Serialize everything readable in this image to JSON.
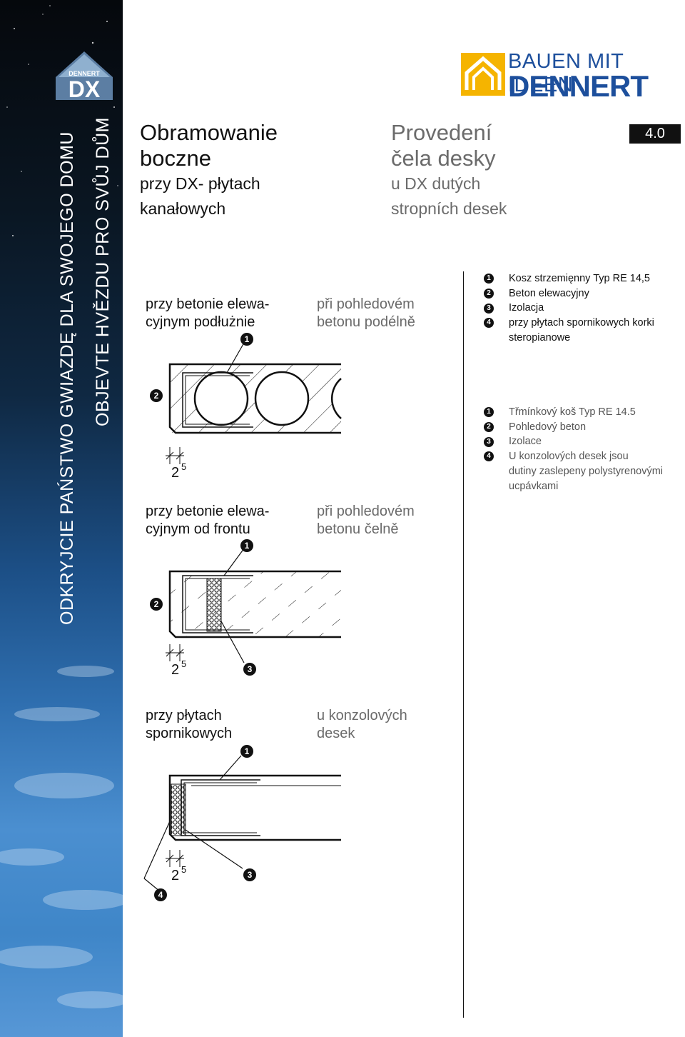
{
  "sidebar": {
    "vertical_line1": "ODKRYJCIE PAŃSTWO GWIAZDĘ DLA SWOJEGO DOMU",
    "vertical_line2": "OBJEVTE HVĚZDU PRO SVŮJ DŮM",
    "logo_top": "DENNERT",
    "logo_main": "DX"
  },
  "header": {
    "brand_tagline": "BAUEN MIT IDEEN",
    "brand_name": "DENNERT",
    "page_badge": "4.0"
  },
  "title_pl": {
    "main_line1": "Obramowanie",
    "main_line2": "boczne",
    "sub_line1": "przy DX- płytach",
    "sub_line2": "kanałowych"
  },
  "title_cz": {
    "main_line1": "Provedení",
    "main_line2": "čela desky",
    "sub_line1": "u DX dutých",
    "sub_line2": "stropních desek"
  },
  "sections": [
    {
      "pl_line1": "przy betonie elewa-",
      "pl_line2": "cyjnym podłużnie",
      "cz_line1": "při pohledovém",
      "cz_line2": "betonu podélně"
    },
    {
      "pl_line1": "przy betonie elewa-",
      "pl_line2": "cyjnym od frontu",
      "cz_line1": "při pohledovém",
      "cz_line2": "betonu čelně"
    },
    {
      "pl_line1": "przy płytach",
      "pl_line2": "spornikowych",
      "cz_line1": "u konzolových",
      "cz_line2": "desek"
    }
  ],
  "dimension_label": "2",
  "dimension_sup": "5",
  "markers": [
    "1",
    "2",
    "3",
    "4"
  ],
  "legend_pl": [
    "Kosz strzemięnny Typ RE 14,5",
    "Beton elewacyjny",
    "Izolacja",
    "przy płytach spornikowych korki",
    "steropianowe"
  ],
  "legend_cz": [
    "Třmínkový koš Typ RE 14.5",
    "Pohledový beton",
    "Izolace",
    "U konzolových desek jsou",
    "dutiny zaslepeny polystyrenovými",
    "ucpávkami"
  ],
  "colors": {
    "brand_yellow": "#F5B400",
    "brand_blue": "#1d4f9c",
    "secondary_text": "#6b6b6b"
  }
}
